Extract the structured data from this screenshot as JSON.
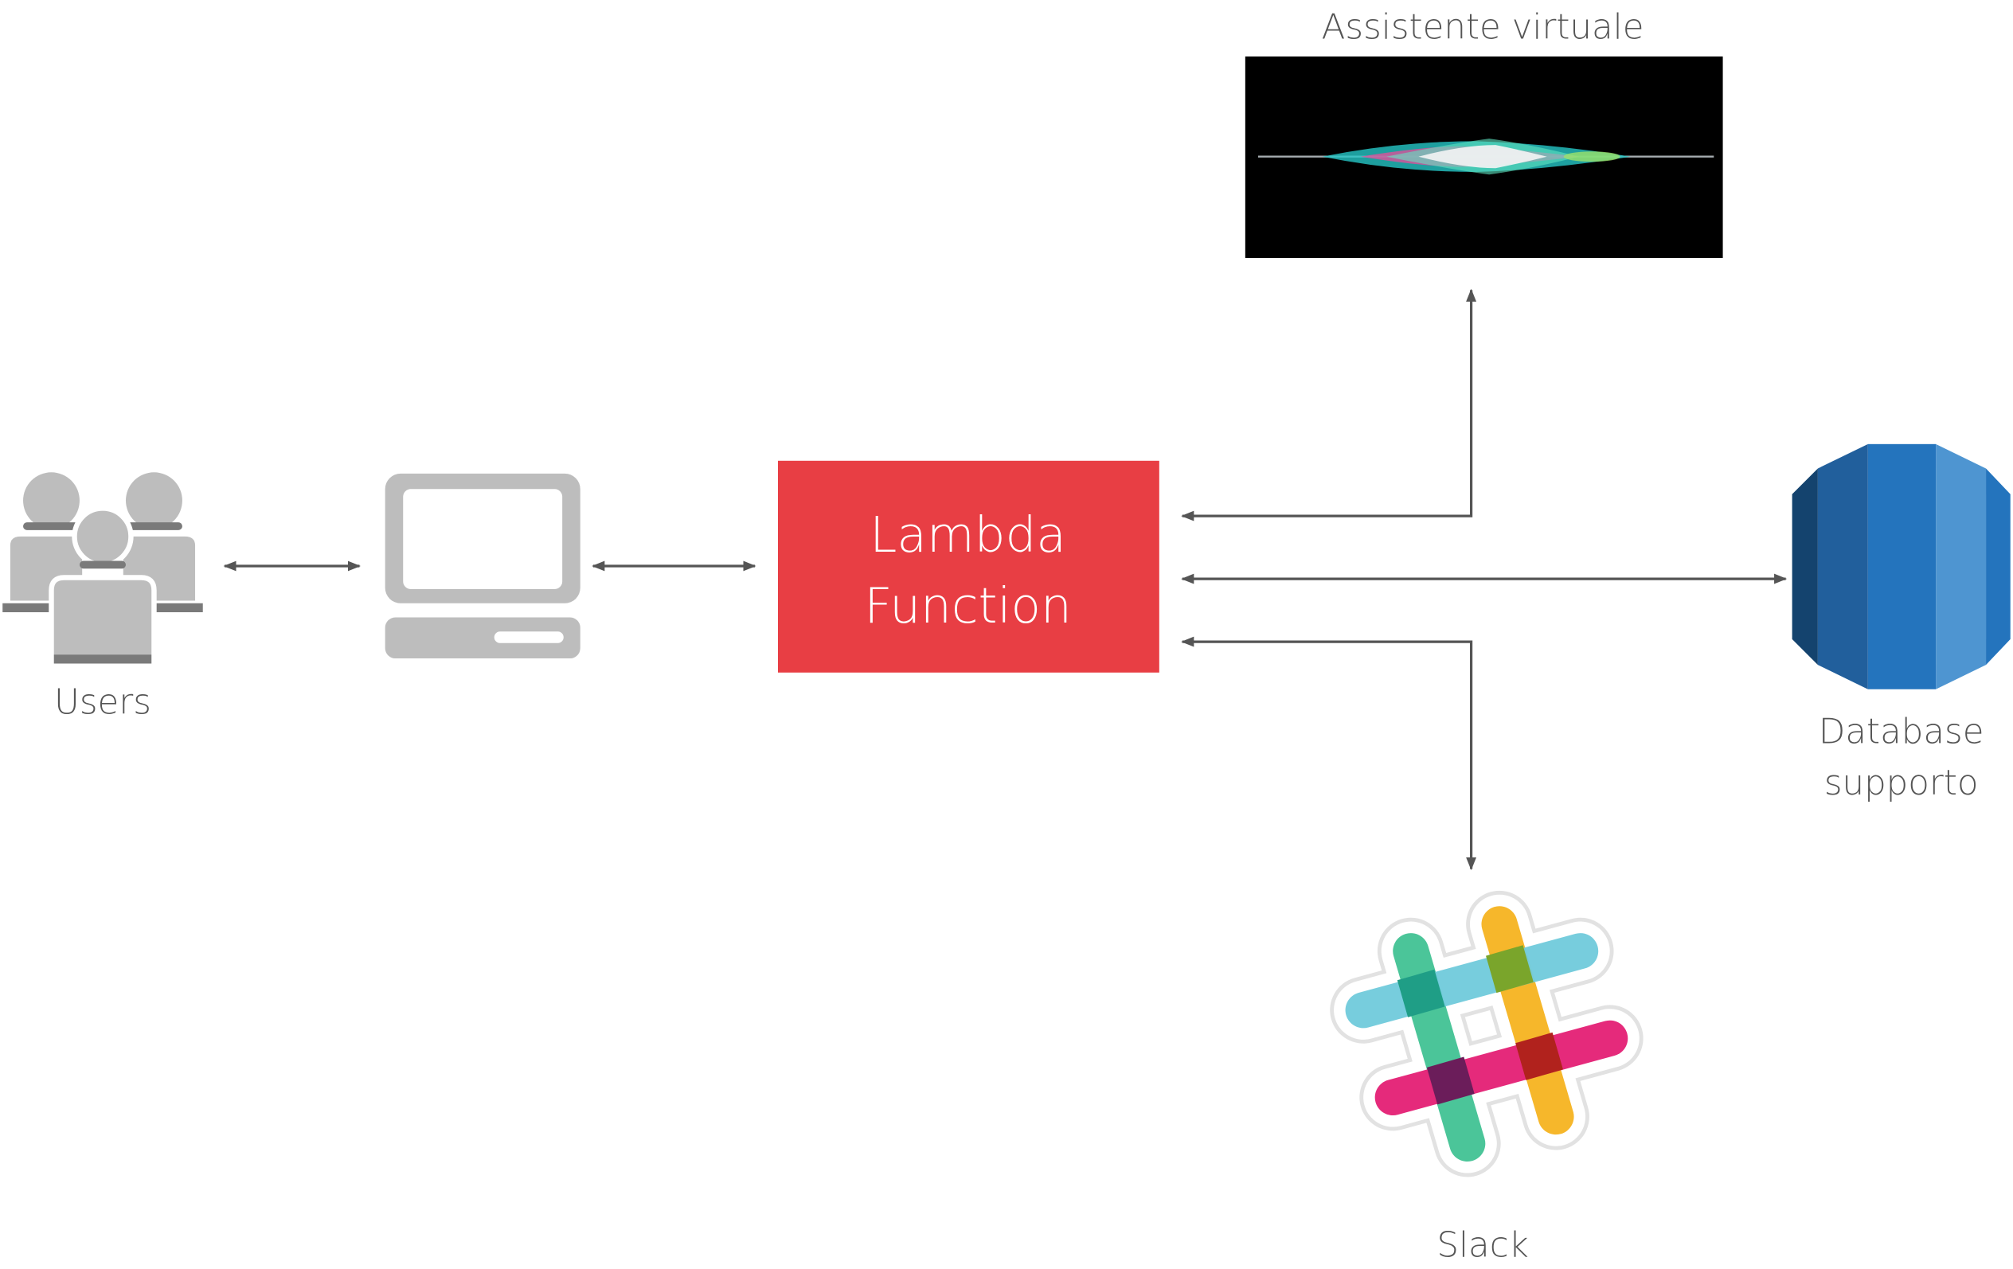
{
  "nodes": {
    "users": {
      "label": "Users",
      "icon": "users-group-icon"
    },
    "computer": {
      "icon": "desktop-computer-icon"
    },
    "lambda": {
      "line1": "Lambda",
      "line2": "Function",
      "color": "#E83E44"
    },
    "assistant": {
      "label": "Assistente virtuale",
      "icon": "siri-waveform-icon"
    },
    "database": {
      "line1": "Database",
      "line2": "supporto",
      "icon": "database-cylinder-icon"
    },
    "slack": {
      "label": "Slack",
      "icon": "slack-logo-icon"
    }
  },
  "colors": {
    "arrow": "#555555",
    "icon_gray": "#BDBDBD",
    "label": "#555555",
    "lambda_red": "#E83E44",
    "db_blue": "#2474BD"
  }
}
